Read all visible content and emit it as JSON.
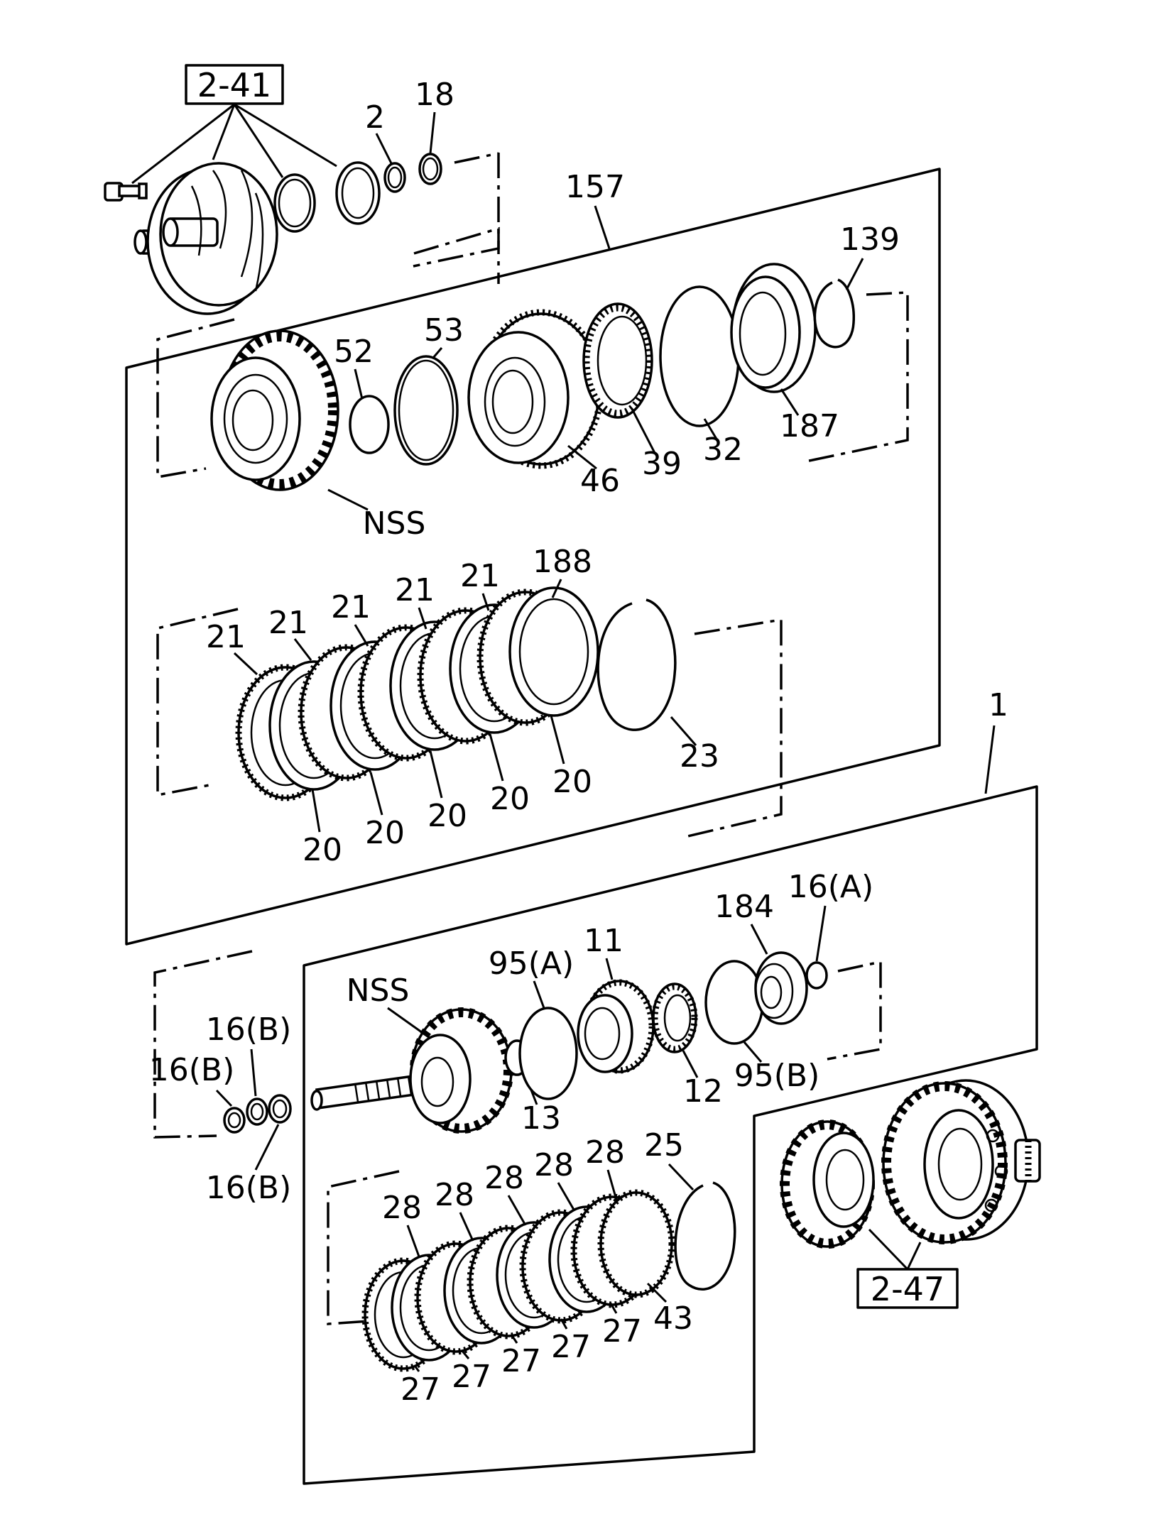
{
  "callouts": {
    "ref_top": "2-41",
    "ref_bottom": "2-47",
    "c18": "18",
    "c2": "2",
    "c157": "157",
    "c139": "139",
    "c52": "52",
    "c53": "53",
    "c46": "46",
    "c39": "39",
    "c32": "32",
    "c187": "187",
    "nss_upper": "NSS",
    "c188": "188",
    "c21": "21",
    "c20": "20",
    "c23": "23",
    "c1": "1",
    "c16a": "16(A)",
    "c184": "184",
    "c11": "11",
    "c95a": "95(A)",
    "nss_lower": "NSS",
    "c16b": "16(B)",
    "c13": "13",
    "c12": "12",
    "c95b": "95(B)",
    "c25": "25",
    "c28": "28",
    "c27": "27",
    "c43": "43"
  }
}
